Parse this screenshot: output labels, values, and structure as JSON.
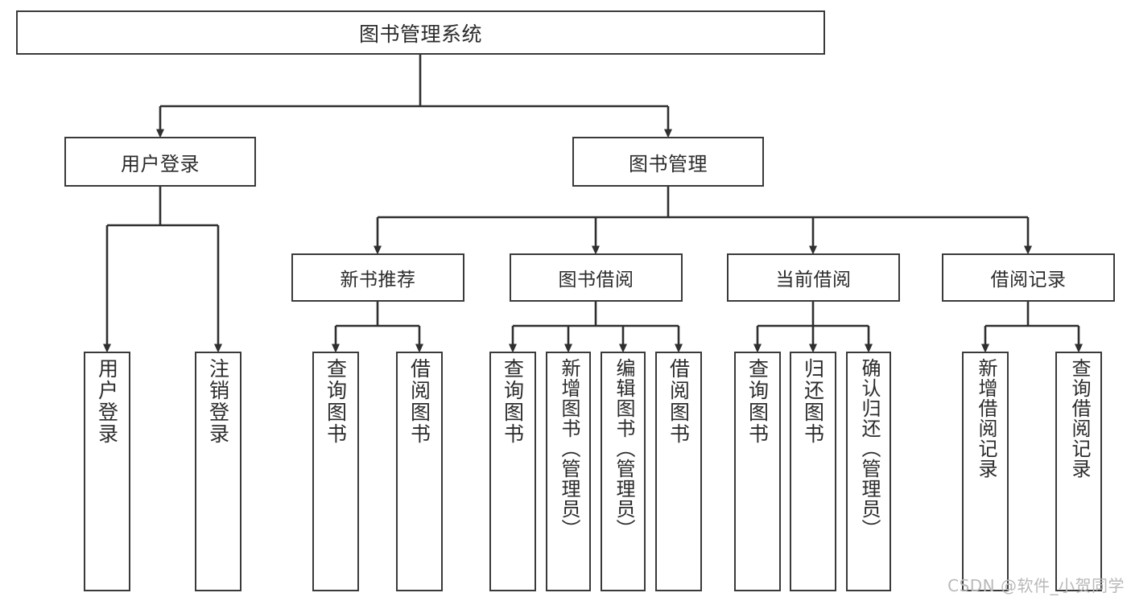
{
  "diagram": {
    "title": "图书管理系统",
    "type": "hierarchy-tree",
    "root": {
      "label": "图书管理系统"
    },
    "level2": [
      {
        "label": "用户登录"
      },
      {
        "label": "图书管理"
      }
    ],
    "level3": [
      {
        "label": "新书推荐"
      },
      {
        "label": "图书借阅"
      },
      {
        "label": "当前借阅"
      },
      {
        "label": "借阅记录"
      }
    ],
    "leaves": [
      {
        "label": "用户登录",
        "parent": "用户登录"
      },
      {
        "label": "注销登录",
        "parent": "用户登录"
      },
      {
        "label": "查询图书",
        "parent": "新书推荐"
      },
      {
        "label": "借阅图书",
        "parent": "新书推荐"
      },
      {
        "label": "查询图书",
        "parent": "图书借阅"
      },
      {
        "label": "新增图书（管理员）",
        "parent": "图书借阅"
      },
      {
        "label": "编辑图书（管理员）",
        "parent": "图书借阅"
      },
      {
        "label": "借阅图书",
        "parent": "图书借阅"
      },
      {
        "label": "查询图书",
        "parent": "当前借阅"
      },
      {
        "label": "归还图书",
        "parent": "当前借阅"
      },
      {
        "label": "确认归还（管理员）",
        "parent": "当前借阅"
      },
      {
        "label": "新增借阅记录",
        "parent": "借阅记录"
      },
      {
        "label": "查询借阅记录",
        "parent": "借阅记录"
      }
    ]
  },
  "watermark": {
    "text": "CSDN @软件_小贺同学"
  },
  "colors": {
    "box_border": "#3a3a3a",
    "line": "#2f2f2f",
    "text": "#2b2b2b",
    "background": "#ffffff",
    "watermark": "#b9b9b9"
  }
}
